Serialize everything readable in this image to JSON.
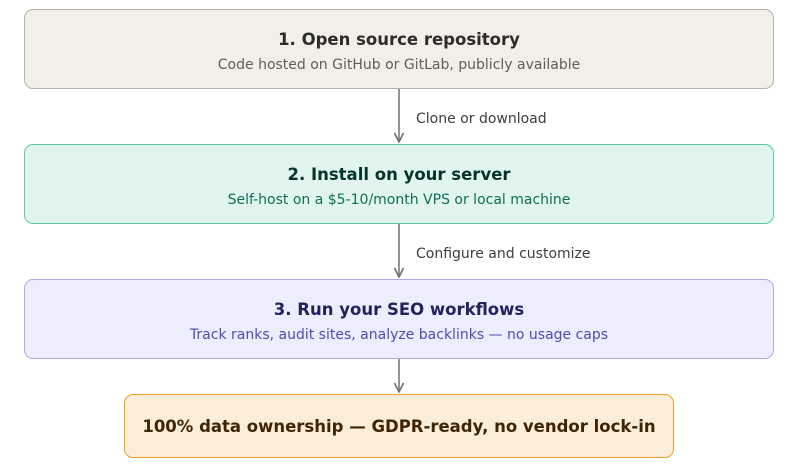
{
  "steps": [
    {
      "title": "1. Open source repository",
      "subtitle": "Code hosted on GitHub or GitLab, publicly available"
    },
    {
      "title": "2. Install on your server",
      "subtitle": "Self-host on a $5-10/month VPS or local machine"
    },
    {
      "title": "3. Run your SEO workflows",
      "subtitle": "Track ranks, audit sites, analyze backlinks — no usage caps"
    }
  ],
  "connectors": [
    {
      "label": "Clone or download"
    },
    {
      "label": "Configure and customize"
    },
    {
      "label": ""
    }
  ],
  "outcome": {
    "title": "100% data ownership — GDPR-ready, no vendor lock-in"
  },
  "colors": {
    "arrow": "#73726c",
    "step1_fill": "#f1efe8",
    "step2_fill": "#e1f5ee",
    "step3_fill": "#eeedfe",
    "outcome_fill": "#faeeda"
  }
}
